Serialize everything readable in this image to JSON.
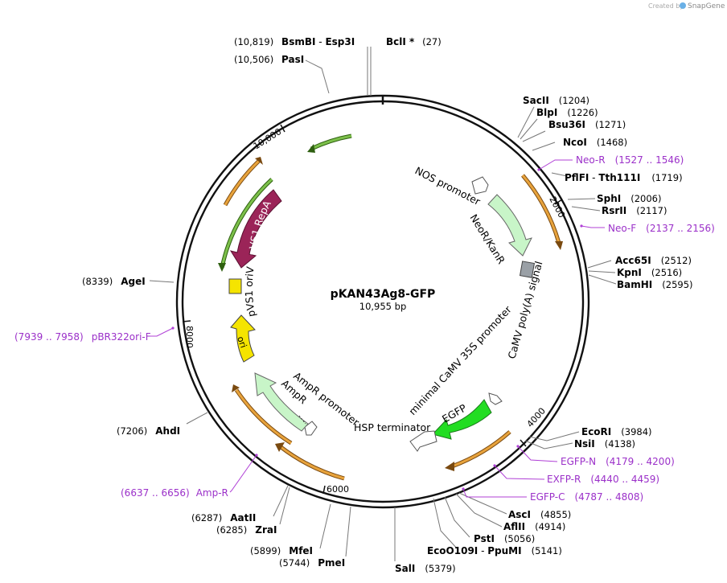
{
  "header": {
    "created_by": "Created by",
    "brand": "SnapGene"
  },
  "plasmid": {
    "name": "pKAN43Ag8-GFP",
    "length": "10,955 bp"
  },
  "ticks": {
    "t2000": "2000",
    "t4000": "4000",
    "t6000": "6000",
    "t8000": "8000",
    "t10000": "10,000"
  },
  "sites": {
    "bsmbi": {
      "pos": "(10,819)",
      "name": "BsmBI",
      "sep": " - ",
      "name2": "Esp3I"
    },
    "bcli": {
      "name": "BclI *",
      "pos": "(27)"
    },
    "pasi": {
      "pos": "(10,506)",
      "name": "PasI"
    },
    "sacii": {
      "name": "SacII",
      "pos": "(1204)"
    },
    "blpi": {
      "name": "BlpI",
      "pos": "(1226)"
    },
    "bsu36i": {
      "name": "Bsu36I",
      "pos": "(1271)"
    },
    "ncoi": {
      "name": "NcoI",
      "pos": "(1468)"
    },
    "pflfi": {
      "name": "PflFI",
      "sep": " - ",
      "name2": "Tth111I",
      "pos": "(1719)"
    },
    "sphi": {
      "name": "SphI",
      "pos": "(2006)"
    },
    "rsrii": {
      "name": "RsrII",
      "pos": "(2117)"
    },
    "acc65i": {
      "name": "Acc65I",
      "pos": "(2512)"
    },
    "kpni": {
      "name": "KpnI",
      "pos": "(2516)"
    },
    "bamhi": {
      "name": "BamHI",
      "pos": "(2595)"
    },
    "ecori": {
      "name": "EcoRI",
      "pos": "(3984)"
    },
    "nsii": {
      "name": "NsiI",
      "pos": "(4138)"
    },
    "asci": {
      "name": "AscI",
      "pos": "(4855)"
    },
    "aflii": {
      "name": "AflII",
      "pos": "(4914)"
    },
    "psti": {
      "name": "PstI",
      "pos": "(5056)"
    },
    "ecoo109i": {
      "name": "EcoO109I",
      "sep": " - ",
      "name2": "PpuMI",
      "pos": "(5141)"
    },
    "sali": {
      "name": "SalI",
      "pos": "(5379)"
    },
    "pmei": {
      "pos": "(5744)",
      "name": "PmeI"
    },
    "mfei": {
      "pos": "(5899)",
      "name": "MfeI"
    },
    "zrai": {
      "pos": "(6285)",
      "name": "ZraI"
    },
    "aatii": {
      "pos": "(6287)",
      "name": "AatII"
    },
    "ahdi": {
      "pos": "(7206)",
      "name": "AhdI"
    },
    "agei": {
      "pos": "(8339)",
      "name": "AgeI"
    }
  },
  "primers": {
    "neor": {
      "name": "Neo-R",
      "range": "(1527 .. 1546)"
    },
    "neof": {
      "name": "Neo-F",
      "range": "(2137 .. 2156)"
    },
    "egfpn": {
      "name": "EGFP-N",
      "range": "(4179 .. 4200)"
    },
    "exfpr": {
      "name": "EXFP-R",
      "range": "(4440 .. 4459)"
    },
    "egfpc": {
      "name": "EGFP-C",
      "range": "(4787 .. 4808)"
    },
    "ampr": {
      "name": "Amp-R",
      "range": "(6637 .. 6656)"
    },
    "pbr": {
      "range": "(7939 .. 7958)",
      "name": "pBR322ori-F"
    }
  },
  "features": {
    "nos_promoter": "NOS promoter",
    "neor_kanr": "NeoR/KanR",
    "camv_polya": "CaMV poly(A) signal",
    "min_camv": "minimal CaMV 35S promoter",
    "egfp": "EGFP",
    "hsp_terminator": "HSP terminator",
    "ampr_promoter": "AmpR promoter",
    "ampr": "AmpR",
    "ori": "ori",
    "pvs1_oriv": "pVS1 oriV",
    "pvs1_repa": "pVS1 RepA"
  },
  "colors": {
    "orange": "#e8a33c",
    "green_dark": "#5b9a2a",
    "neo_green": "#c8f5c8",
    "egfp_green": "#22dd22",
    "yellow": "#f5e400",
    "repa": "#9b2458",
    "primer": "#9b30c9"
  }
}
